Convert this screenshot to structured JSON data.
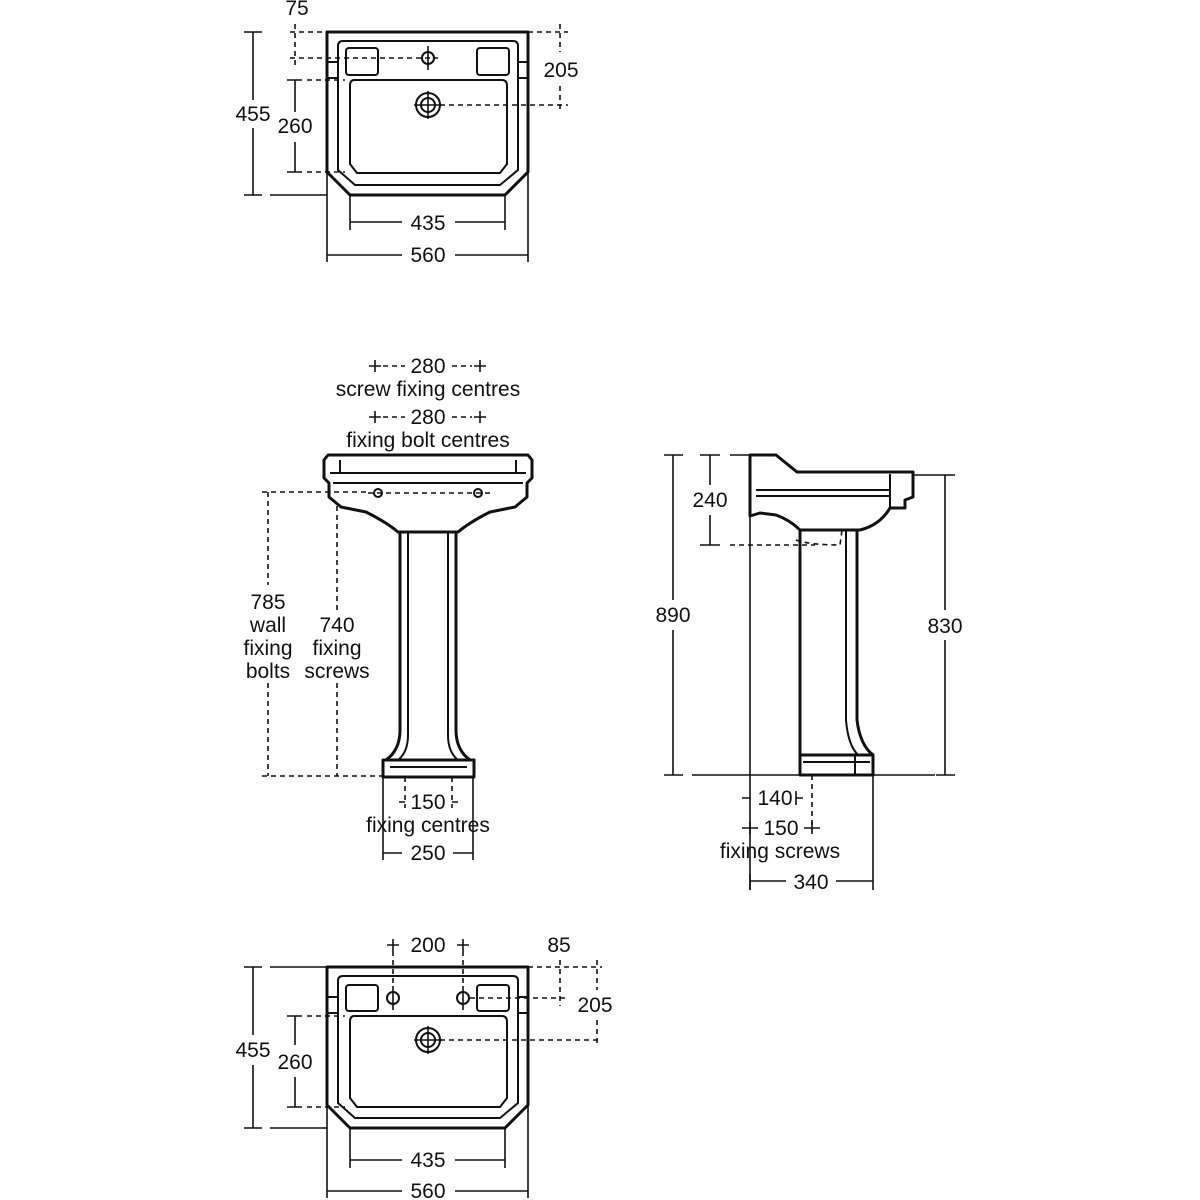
{
  "plan_view_one_tap": {
    "dim_75": "75",
    "dim_205": "205",
    "dim_455": "455",
    "dim_260": "260",
    "dim_435": "435",
    "dim_560": "560"
  },
  "front_view": {
    "dim_280_screw": "280",
    "screw_label": "screw fixing centres",
    "dim_280_bolt": "280",
    "bolt_label": "fixing bolt centres",
    "dim_785": "785",
    "wall_label": [
      "wall",
      "fixing",
      "bolts"
    ],
    "dim_740": "740",
    "screw_height_label": [
      "fixing",
      "screws"
    ],
    "dim_150": "150",
    "fixing_centres_label": "fixing centres",
    "dim_250": "250"
  },
  "side_view": {
    "dim_240": "240",
    "dim_890": "890",
    "dim_830": "830",
    "dim_140": "140",
    "dim_150": "150",
    "fixing_screws_label": "fixing screws",
    "dim_340": "340"
  },
  "plan_view_two_tap": {
    "dim_200": "200",
    "dim_85": "85",
    "dim_205": "205",
    "dim_455": "455",
    "dim_260": "260",
    "dim_435": "435",
    "dim_560": "560"
  }
}
